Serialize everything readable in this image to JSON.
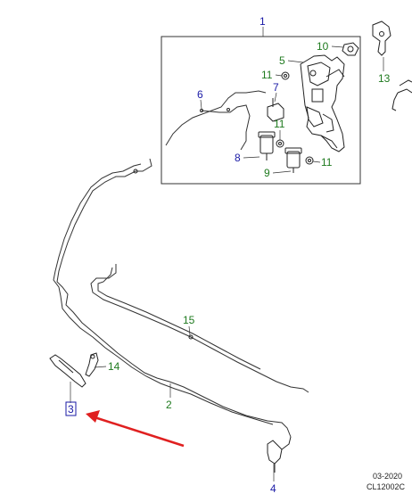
{
  "diagram": {
    "callouts": [
      {
        "id": "c1",
        "text": "1",
        "color": "#1a1aa6"
      },
      {
        "id": "c2",
        "text": "2",
        "color": "#1f7a1f"
      },
      {
        "id": "c3",
        "text": "3",
        "color": "#1a1aa6"
      },
      {
        "id": "c4",
        "text": "4",
        "color": "#1a1aa6"
      },
      {
        "id": "c5",
        "text": "5",
        "color": "#1f7a1f"
      },
      {
        "id": "c6",
        "text": "6",
        "color": "#1a1aa6"
      },
      {
        "id": "c7",
        "text": "7",
        "color": "#1a1aa6"
      },
      {
        "id": "c8",
        "text": "8",
        "color": "#1a1aa6"
      },
      {
        "id": "c9",
        "text": "9",
        "color": "#1f7a1f"
      },
      {
        "id": "c10",
        "text": "10",
        "color": "#1f7a1f"
      },
      {
        "id": "c11a",
        "text": "11",
        "color": "#1f7a1f"
      },
      {
        "id": "c11b",
        "text": "11",
        "color": "#1f7a1f"
      },
      {
        "id": "c11c",
        "text": "11",
        "color": "#1f7a1f"
      },
      {
        "id": "c13",
        "text": "13",
        "color": "#1f7a1f"
      },
      {
        "id": "c14",
        "text": "14",
        "color": "#1f7a1f"
      },
      {
        "id": "c15",
        "text": "15",
        "color": "#1f7a1f"
      }
    ],
    "footer": {
      "date": "03-2020",
      "code": "CL12002C"
    },
    "arrow_color": "#e02020"
  }
}
